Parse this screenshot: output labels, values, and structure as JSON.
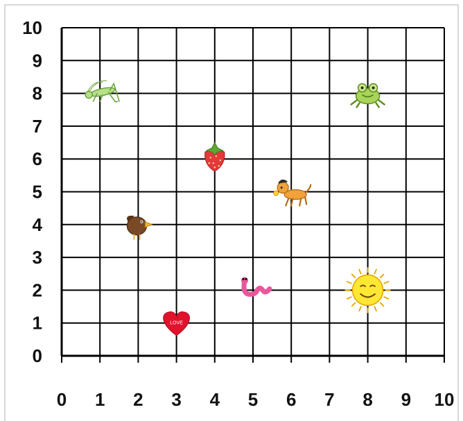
{
  "chart_data": {
    "type": "scatter",
    "title": "",
    "xlabel": "",
    "ylabel": "",
    "xlim": [
      0,
      10
    ],
    "ylim": [
      0,
      10
    ],
    "grid": true,
    "x_ticks": [
      "0",
      "1",
      "2",
      "3",
      "4",
      "5",
      "6",
      "7",
      "8",
      "9",
      "10"
    ],
    "y_ticks": [
      "0",
      "1",
      "2",
      "3",
      "4",
      "5",
      "6",
      "7",
      "8",
      "9",
      "10"
    ],
    "points": [
      {
        "icon": "grasshopper-icon",
        "x": 1,
        "y": 8
      },
      {
        "icon": "frog-icon",
        "x": 8,
        "y": 8
      },
      {
        "icon": "strawberry-icon",
        "x": 4,
        "y": 6
      },
      {
        "icon": "dog-icon",
        "x": 6,
        "y": 5
      },
      {
        "icon": "bird-icon",
        "x": 2,
        "y": 4
      },
      {
        "icon": "worm-icon",
        "x": 5,
        "y": 2
      },
      {
        "icon": "sun-icon",
        "x": 8,
        "y": 2
      },
      {
        "icon": "heart-icon",
        "x": 3,
        "y": 1,
        "text": "LOVE"
      }
    ]
  }
}
